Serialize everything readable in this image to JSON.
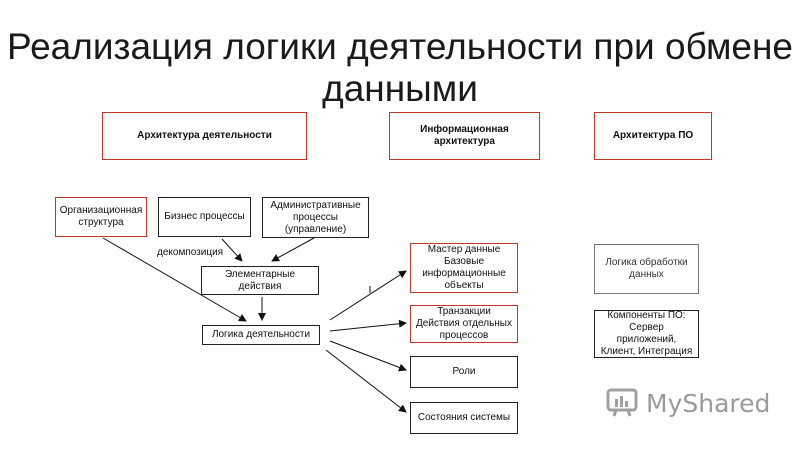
{
  "title": "Реализация логики деятельности при обмене данными",
  "headers": {
    "activity_arch": "Архитектура деятельности",
    "info_arch": "Информационная архитектура",
    "software_arch": "Архитектура ПО"
  },
  "nodes": {
    "org_structure": "Организационная структура",
    "business_processes": "Бизнес процессы",
    "admin_processes": "Административные процессы (управление)",
    "decomposition": "декомпозиция",
    "elementary_actions": "Элементарные действия",
    "activity_logic": "Логика деятельности",
    "master_data": "Мастер данные Базовые информационные объекты",
    "transactions": "Транзакции Действия отдельных процессов",
    "roles": "Роли",
    "system_states": "Состояния системы",
    "processing_logic": "Логика обработки данных",
    "software_components": "Компоненты ПО: Сервер приложений, Клиент, Интеграция"
  },
  "logo": {
    "text": "MyShared",
    "icon": "myshared-logo-icon"
  }
}
